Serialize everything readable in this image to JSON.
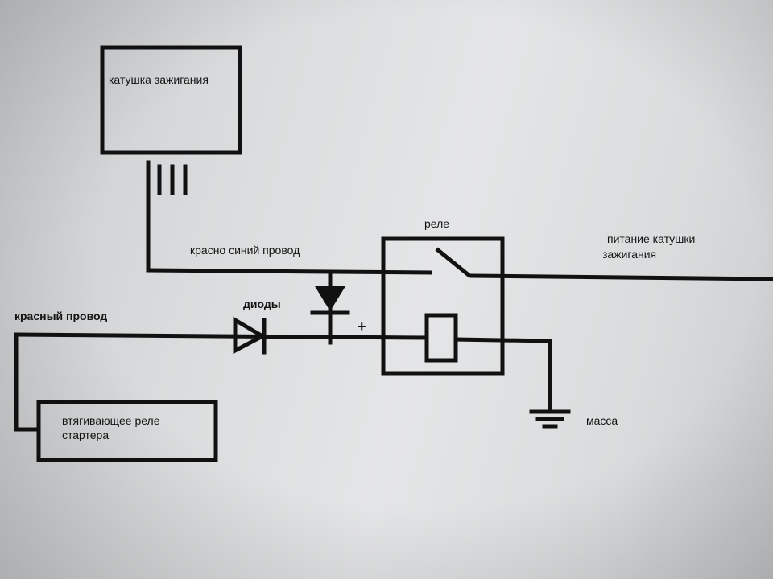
{
  "labels": {
    "ignition_coil": "катушка зажигания",
    "red_blue_wire": "красно синий провод",
    "relay": "реле",
    "coil_power_line1": "питание катушки",
    "coil_power_line2": "зажигания",
    "diodes": "диоды",
    "plus": "+",
    "red_wire": "красный провод",
    "ground": "масса",
    "starter_relay_line1": "втягивающее реле",
    "starter_relay_line2": "стартера"
  }
}
